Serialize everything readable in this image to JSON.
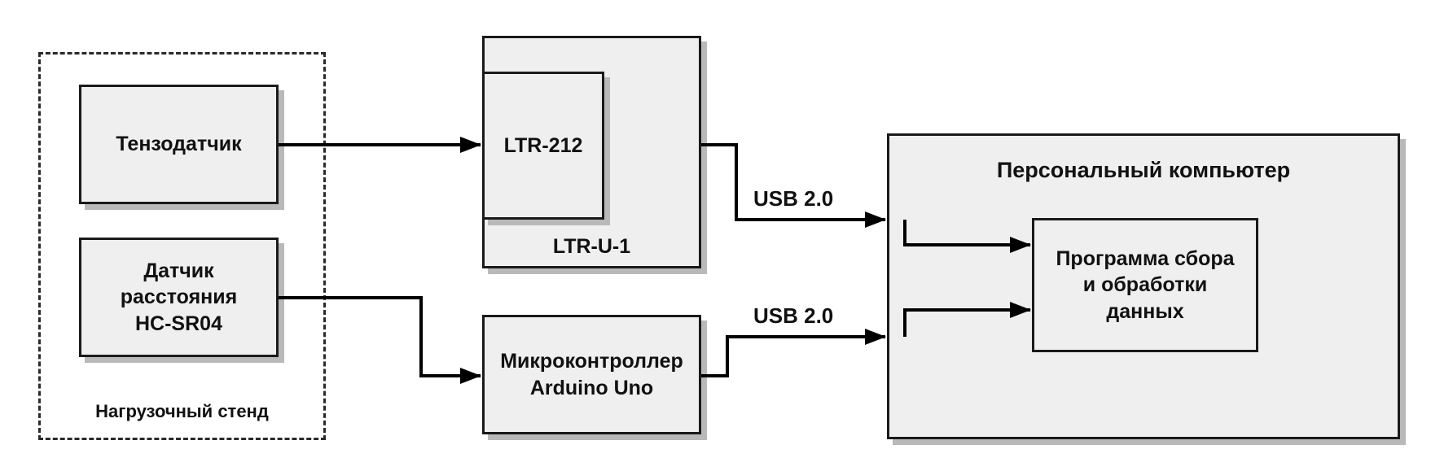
{
  "group": {
    "label": "Нагрузочный стенд"
  },
  "blocks": {
    "tenzo": "Тензодатчик",
    "distance_sensor": "Датчик\nрасстояния\nHC-SR04",
    "ltr_212": "LTR-212",
    "ltr_u1": "LTR-U-1",
    "mcu": "Микроконтроллер\nArduino Uno",
    "pc": "Персональный компьютер",
    "program": "Программа сбора\nи обработки\nданных"
  },
  "links": {
    "usb_top": "USB 2.0",
    "usb_bottom": "USB 2.0"
  },
  "colors": {
    "line": "#000000",
    "box_fill": "#efefef",
    "shadow": "#b9b9b9"
  }
}
